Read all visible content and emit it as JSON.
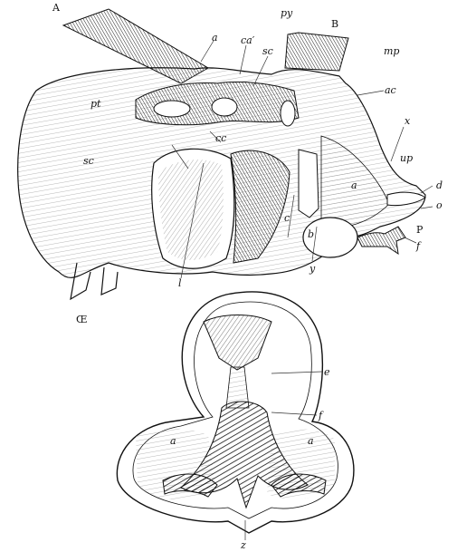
{
  "labels": {
    "A": "A",
    "a_top": "a",
    "ca_prime": "ca′",
    "py": "py",
    "B": "B",
    "sc_top": "sc",
    "mp": "mp",
    "pt": "pt",
    "ac": "ac",
    "x": "x",
    "cc": "cc",
    "up": "up",
    "sc_left": "sc",
    "a_mid": "a",
    "d": "d",
    "o": "o",
    "c": "c",
    "P": "P",
    "b": "b",
    "f_top": "f",
    "l": "l",
    "y": "y",
    "OE": "Œ",
    "e_bottom": "e",
    "f_bottom": "f",
    "a_left": "a",
    "a_right": "a",
    "z": "z"
  }
}
